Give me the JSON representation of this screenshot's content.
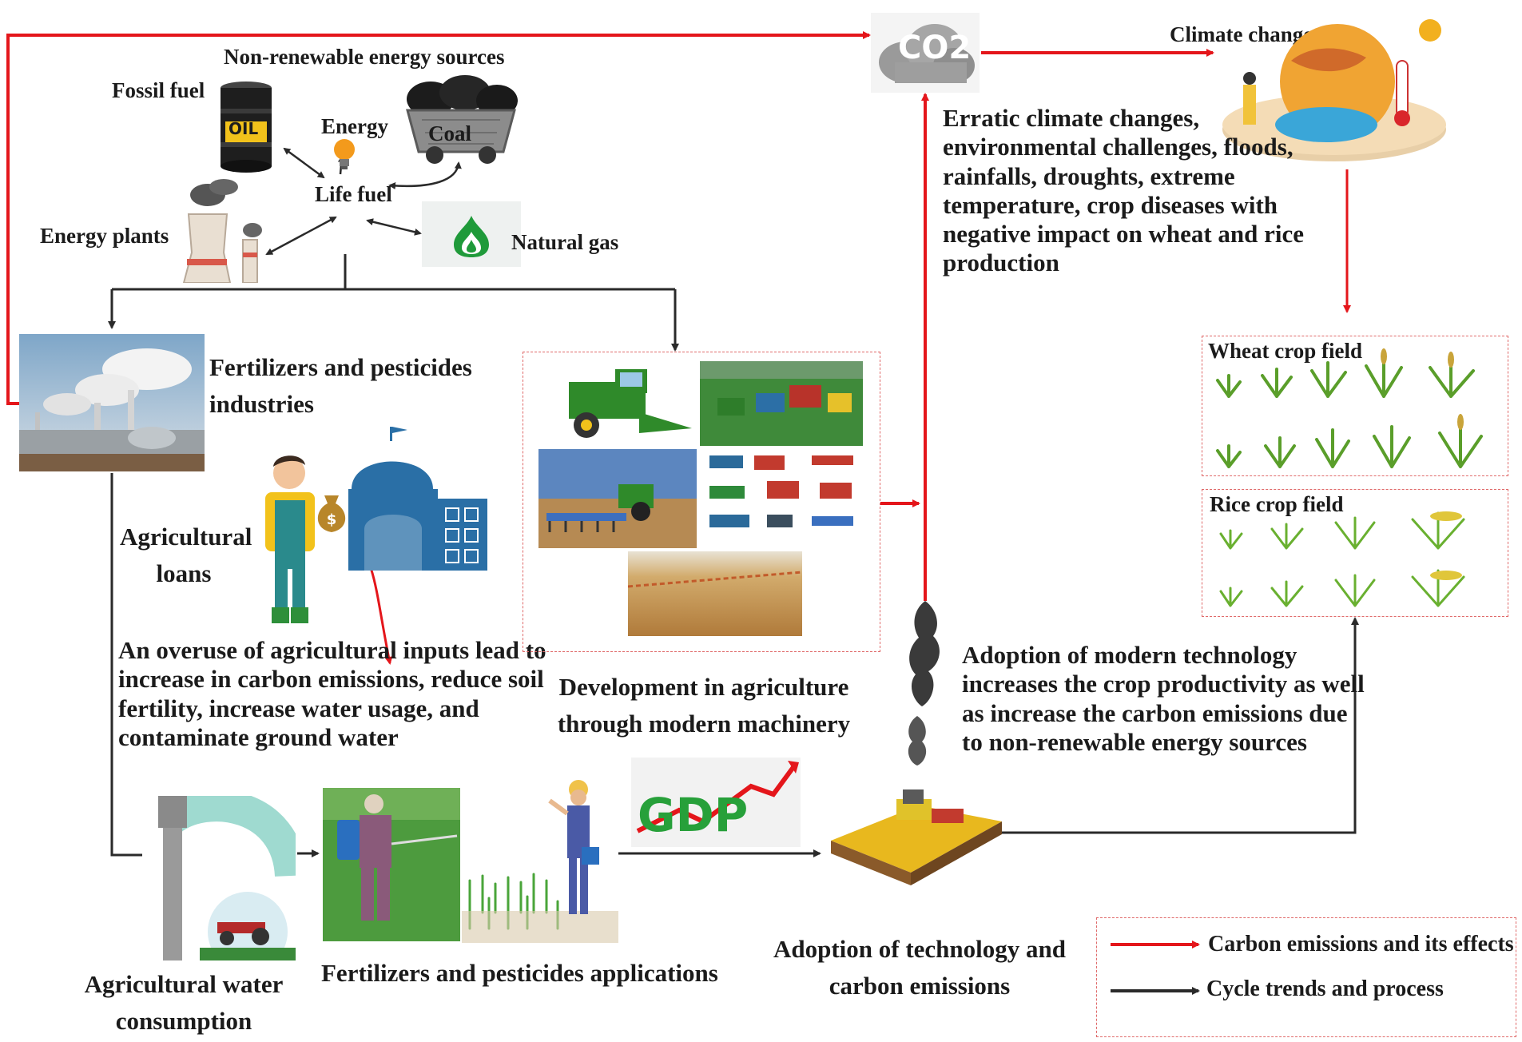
{
  "labels": {
    "non_renewable": "Non-renewable energy sources",
    "fossil_fuel": "Fossil fuel",
    "oil": "OIL",
    "energy": "Energy",
    "coal": "Coal",
    "life_fuel": "Life fuel",
    "energy_plants": "Energy plants",
    "natural_gas": "Natural gas",
    "co2": "CO2",
    "climate_change": "Climate change",
    "fertilizer_industries_line1": "Fertilizers and pesticides",
    "fertilizer_industries_line2": "industries",
    "agri_loans_line1": "Agricultural",
    "agri_loans_line2": "loans",
    "wheat_field": "Wheat crop field",
    "rice_field": "Rice crop field",
    "dev_agri_line1": "Development in agriculture",
    "dev_agri_line2": "through modern machinery",
    "water_line1": "Agricultural water",
    "water_line2": "consumption",
    "fert_app": "Fertilizers and pesticides applications",
    "adopt_tech_line1": "Adoption of technology and",
    "adopt_tech_line2": "carbon emissions",
    "gdp": "GDP"
  },
  "paragraphs": {
    "erratic": [
      "Erratic climate changes,",
      "environmental challenges, floods,",
      "rainfalls, droughts, extreme",
      "temperature, crop diseases with",
      "negative impact on wheat and rice",
      "production"
    ],
    "overuse": [
      "An overuse of agricultural inputs lead to",
      "increase in carbon emissions, reduce soil",
      "fertility, increase water usage, and",
      "contaminate ground water"
    ],
    "adoption": [
      "Adoption of modern technology",
      "increases the crop productivity as well",
      "as increase the carbon emissions due",
      "to non-renewable energy sources"
    ]
  },
  "legend": {
    "red_label": "Carbon emissions and its effects",
    "black_label": "Cycle trends and process"
  },
  "colors": {
    "red_arrow": "#e4161b",
    "black_arrow": "#2a2a2a",
    "dashed_border": "#e06a6a",
    "leaf_green": "#5a9e2a"
  },
  "icons": [
    "oil-barrel-icon",
    "light-bulb-icon",
    "coal-cart-icon",
    "power-plant-icon",
    "gas-flame-icon",
    "co2-cloud-icon",
    "burning-globe-icon",
    "factory-photo",
    "farmer-icon",
    "bank-icon",
    "money-bag-icon",
    "harvester-photo",
    "tractor-photo",
    "implements-photo",
    "field-photo",
    "wheat-plant-icon",
    "rice-plant-icon",
    "smoke-icon",
    "water-tap-icon",
    "sprayer-farmer-icon",
    "sowing-farmer-icon",
    "gdp-chart-icon",
    "harvest-field-photo"
  ]
}
